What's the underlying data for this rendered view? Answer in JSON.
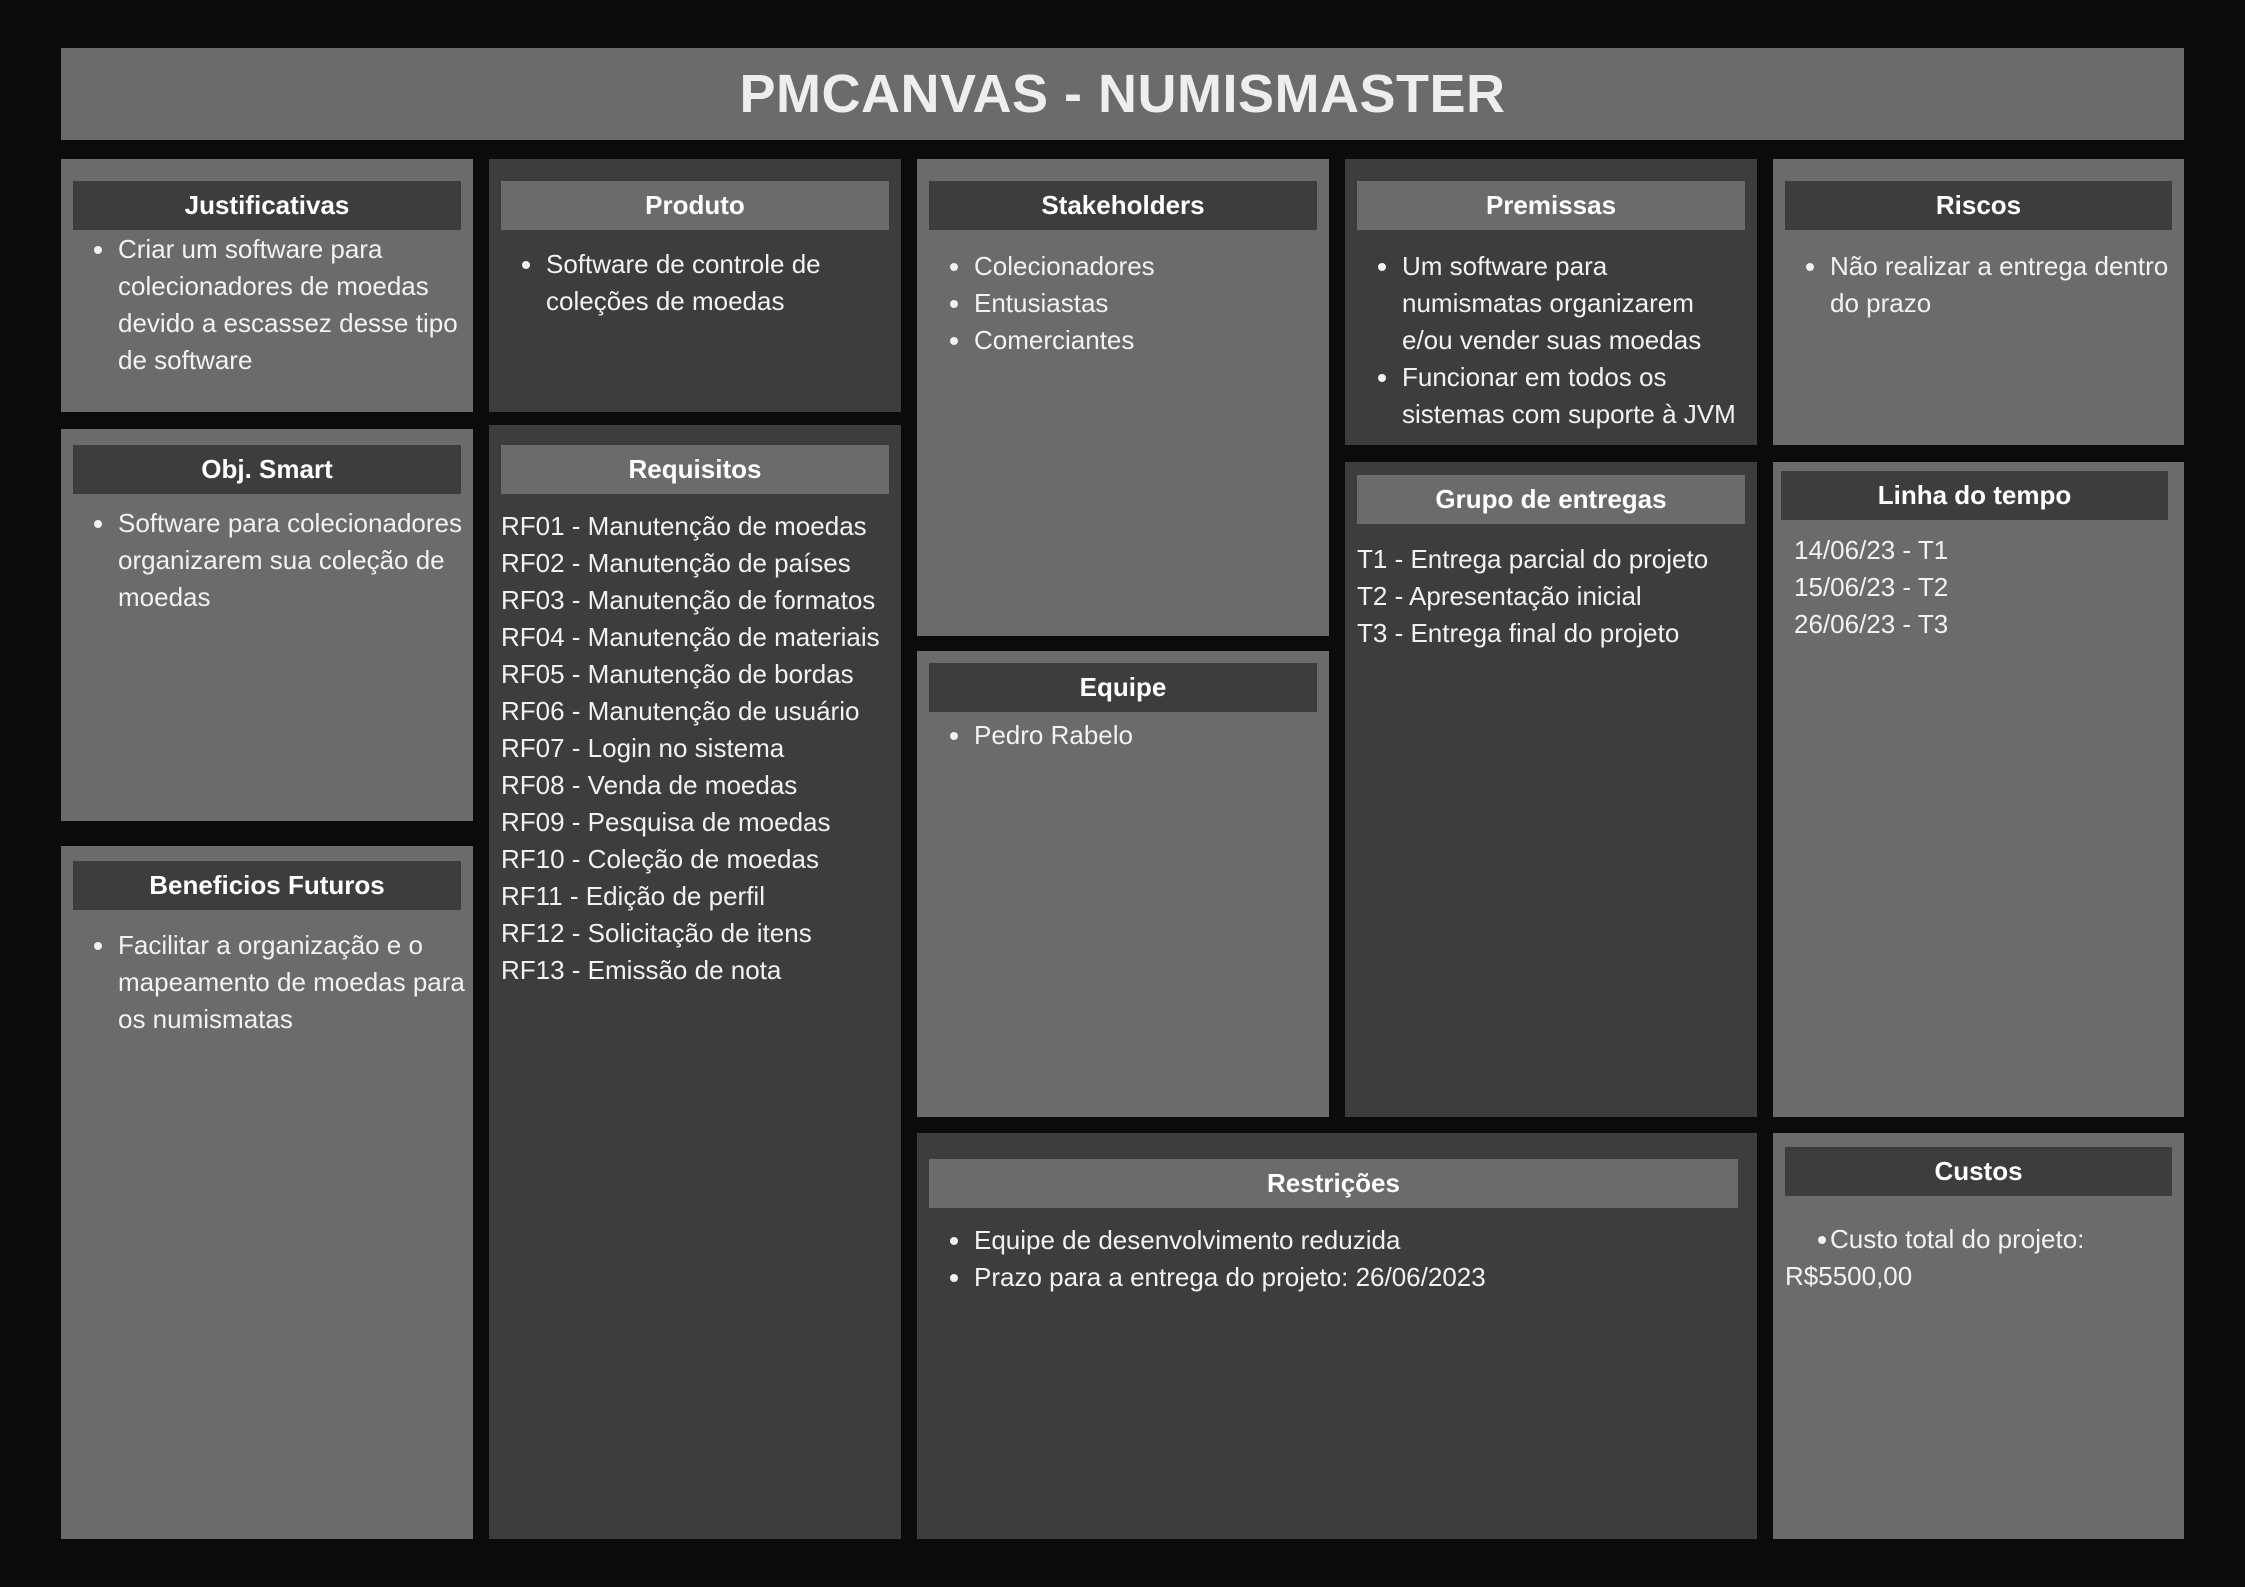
{
  "title": "PMCANVAS - NUMISMASTER",
  "justificativas": {
    "header": "Justificativas",
    "items": [
      "Criar um software para colecionadores de moedas devido a escassez desse tipo de software"
    ]
  },
  "produto": {
    "header": "Produto",
    "items": [
      "Software de controle de coleções de moedas"
    ]
  },
  "stakeholders": {
    "header": "Stakeholders",
    "items": [
      "Colecionadores",
      "Entusiastas",
      "Comerciantes"
    ]
  },
  "premissas": {
    "header": "Premissas",
    "items": [
      "Um software para numismatas organizarem e/ou vender suas moedas",
      "Funcionar em todos os sistemas com suporte à JVM"
    ]
  },
  "riscos": {
    "header": "Riscos",
    "items": [
      "Não realizar a entrega dentro do prazo"
    ]
  },
  "obj_smart": {
    "header": "Obj. Smart",
    "items": [
      "Software para colecionadores organizarem sua coleção de moedas"
    ]
  },
  "requisitos": {
    "header": "Requisitos",
    "items": [
      "RF01 - Manutenção de moedas",
      "RF02 - Manutenção de países",
      "RF03 - Manutenção de formatos",
      "RF04 - Manutenção de materiais",
      "RF05 - Manutenção de bordas",
      "RF06 - Manutenção de usuário",
      "RF07 - Login no sistema",
      "RF08 - Venda de moedas",
      "RF09 - Pesquisa de moedas",
      "RF10 - Coleção de moedas",
      "RF11 - Edição de perfil",
      "RF12 - Solicitação de itens",
      "RF13 - Emissão de nota"
    ]
  },
  "grupo_entregas": {
    "header": "Grupo de entregas",
    "items": [
      "T1 - Entrega parcial do projeto",
      "T2 - Apresentação inicial",
      "T3 - Entrega final do projeto"
    ]
  },
  "linha_tempo": {
    "header": "Linha do tempo",
    "items": [
      "14/06/23 - T1",
      "15/06/23 - T2",
      "26/06/23 - T3"
    ]
  },
  "equipe": {
    "header": "Equipe",
    "items": [
      "Pedro Rabelo"
    ]
  },
  "beneficios": {
    "header": "Beneficios Futuros",
    "items": [
      "Facilitar a organização e o mapeamento de moedas para os numismatas"
    ]
  },
  "restricoes": {
    "header": "Restrições",
    "items": [
      "Equipe de desenvolvimento reduzida",
      "Prazo para a entrega do projeto: 26/06/2023"
    ]
  },
  "custos": {
    "header": "Custos",
    "text": "Custo total do projeto: R$5500,00"
  }
}
